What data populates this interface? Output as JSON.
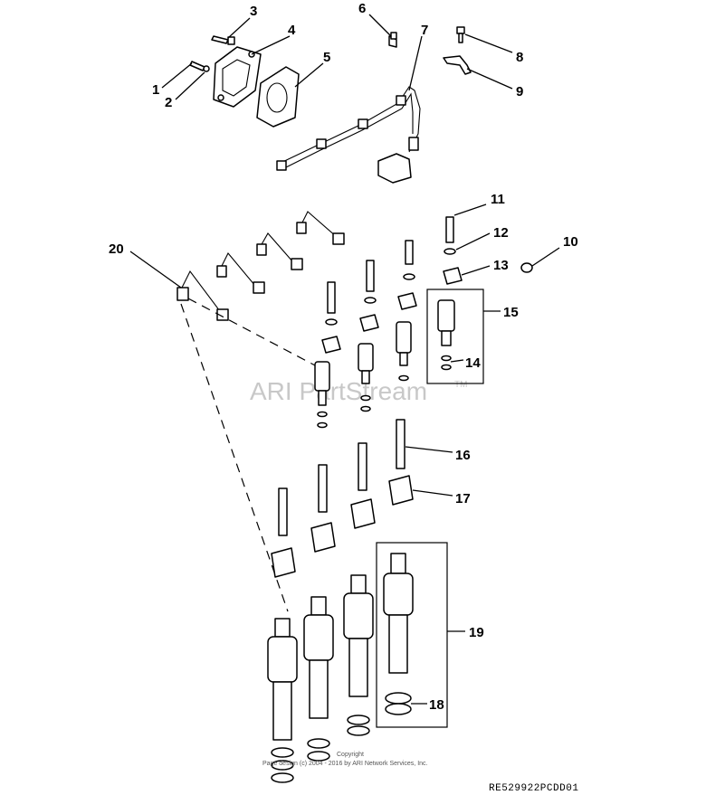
{
  "callouts": {
    "c1": "1",
    "c2": "2",
    "c3": "3",
    "c4": "4",
    "c5": "5",
    "c6": "6",
    "c7": "7",
    "c8": "8",
    "c9": "9",
    "c10": "10",
    "c11": "11",
    "c12": "12",
    "c13": "13",
    "c14": "14",
    "c15": "15",
    "c16": "16",
    "c17": "17",
    "c18": "18",
    "c19": "19",
    "c20": "20"
  },
  "watermark": {
    "text": "ARI PartStream",
    "tm": "TM"
  },
  "copyright": {
    "line1": "Copyright",
    "line2": "Page design (c) 2004 - 2016 by ARI Network Services, Inc."
  },
  "reference_code": "RE529922PCDD01"
}
